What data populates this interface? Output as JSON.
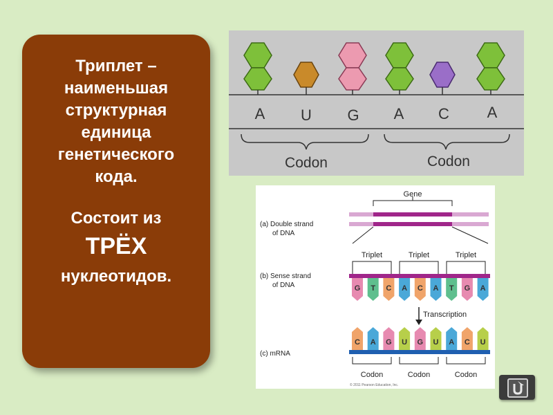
{
  "card": {
    "lines": [
      "Триплет –",
      "наименьшая",
      "структурная",
      "единица",
      "генетического",
      "кода."
    ],
    "lines2": [
      "Состоит из"
    ],
    "emphasis": "ТРЁХ",
    "lines3": [
      "нуклеотидов."
    ]
  },
  "codon_panel": {
    "bases": [
      "A",
      "U",
      "G",
      "A",
      "C",
      "A"
    ],
    "codon_labels": [
      "Codon",
      "Codon"
    ]
  },
  "gene_panel": {
    "gene_label": "Gene",
    "a_label": [
      "(a) Double strand",
      "of DNA"
    ],
    "b_label": [
      "(b) Sense strand",
      "of DNA"
    ],
    "c_label": "(c) mRNA",
    "triplet_labels": [
      "Triplet",
      "Triplet",
      "Triplet"
    ],
    "dna_bases": [
      "G",
      "T",
      "C",
      "A",
      "C",
      "A",
      "T",
      "G",
      "A"
    ],
    "transcription_label": "Transcription",
    "mrna_bases": [
      "C",
      "A",
      "G",
      "U",
      "G",
      "U",
      "A",
      "C",
      "U"
    ],
    "codon_labels": [
      "Codon",
      "Codon",
      "Codon"
    ],
    "copyright": "© 2011 Pearson Education, Inc."
  },
  "colors": {
    "background": "#d9ecc4",
    "card": "#8a3c08",
    "strand": "#a0268a",
    "mrna_strand": "#1f5fb0"
  }
}
